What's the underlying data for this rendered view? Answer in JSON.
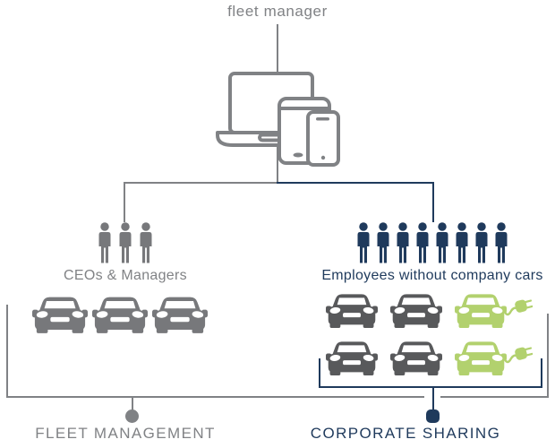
{
  "colors": {
    "gray_line": "#808285",
    "gray_icon": "#77787b",
    "navy": "#1f3a5c",
    "dark_car": "#58595b",
    "green": "#b2d16e"
  },
  "root": {
    "title": "fleet manager",
    "device_icon": "laptop-tablet-phone"
  },
  "fleet_management": {
    "group_label": "CEOs & Managers",
    "people_count": 3,
    "cars": [
      "gray",
      "gray",
      "gray"
    ],
    "category_label": "FLEET MANAGEMENT"
  },
  "corporate_sharing": {
    "group_label": "Employees without company cars",
    "people_count": 8,
    "car_rows": [
      [
        "dark",
        "dark",
        "green"
      ],
      [
        "dark",
        "dark",
        "green"
      ]
    ],
    "category_label": "CORPORATE SHARING"
  }
}
